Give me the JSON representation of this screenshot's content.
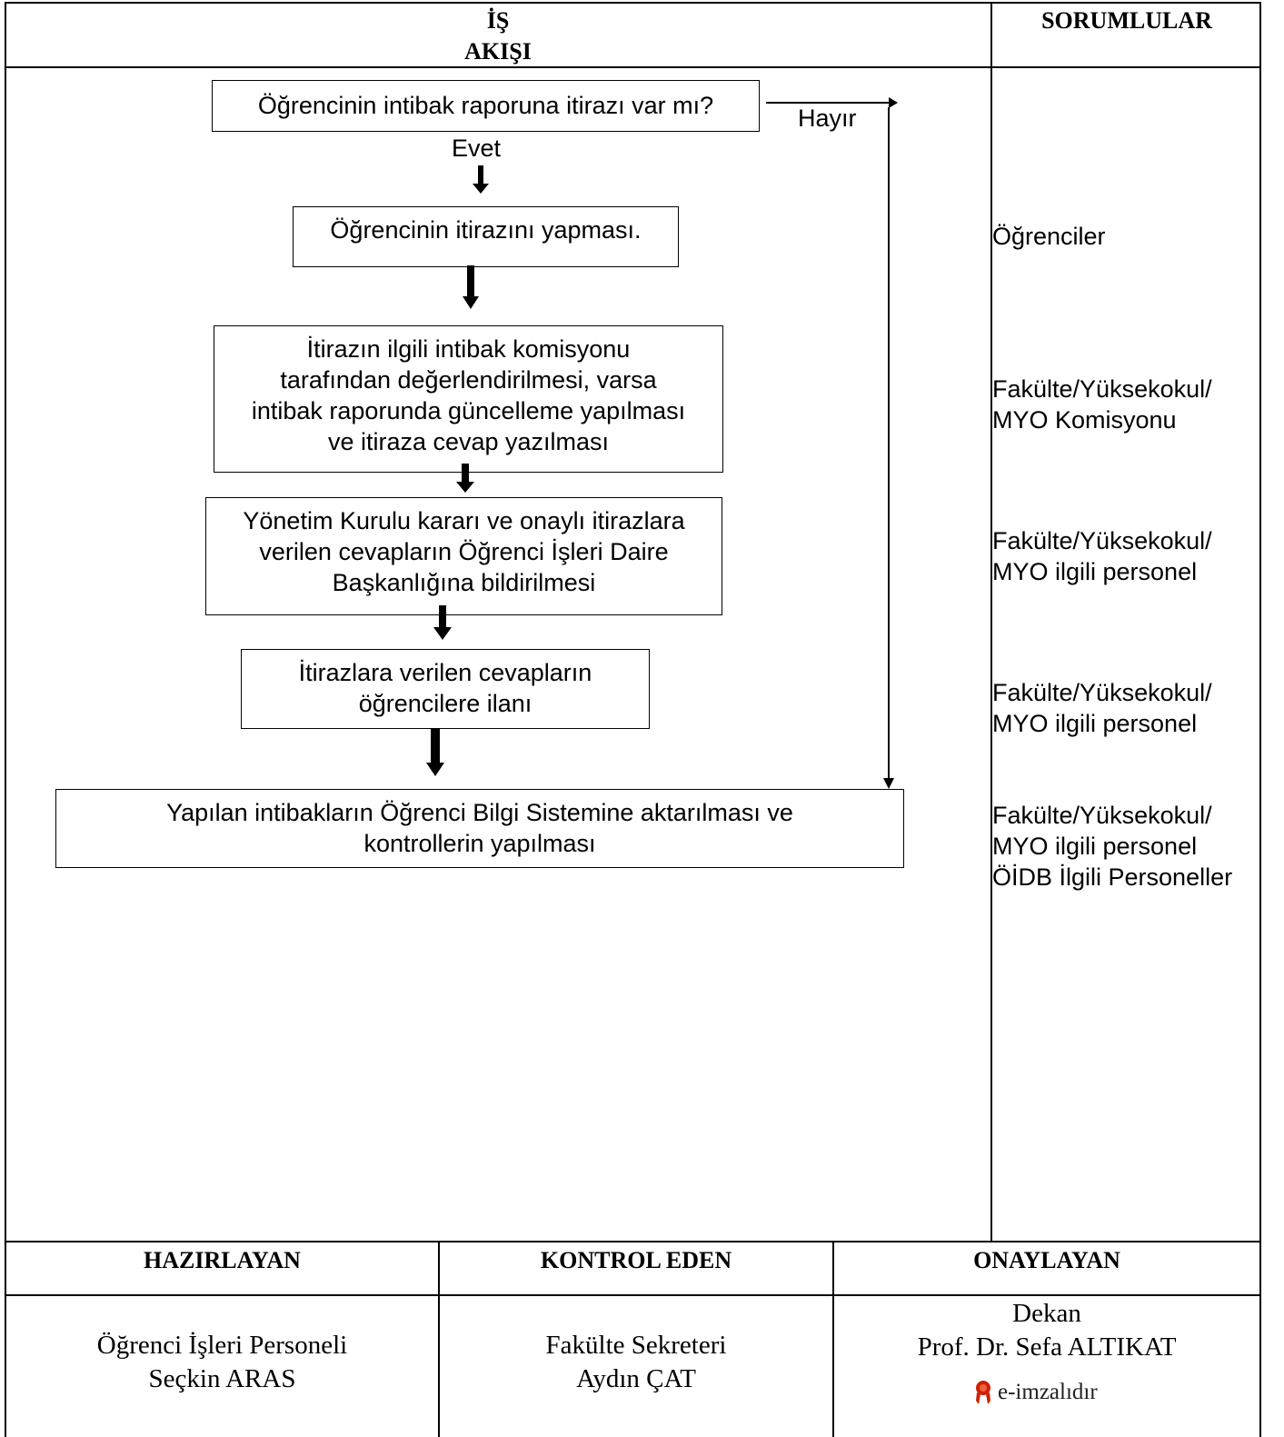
{
  "header": {
    "flow_title": "İŞ\nAKIŞI",
    "responsible_title": "SORUMLULAR"
  },
  "flow": {
    "decision": "Öğrencinin intibak raporuna itirazı var mı?",
    "no_label": "Hayır",
    "yes_label": "Evet",
    "steps": [
      "Öğrencinin itirazını yapması.",
      "İtirazın ilgili intibak komisyonu\ntarafından değerlendirilmesi, varsa\nintibak raporunda güncelleme yapılması\nve itiraza cevap yazılması",
      "Yönetim Kurulu kararı ve onaylı itirazlara\nverilen cevapların Öğrenci İşleri Daire\nBaşkanlığına bildirilmesi",
      "İtirazlara verilen cevapların\nöğrencilere ilanı",
      "Yapılan intibakların Öğrenci Bilgi Sistemine aktarılması ve\nkontrollerin yapılması"
    ]
  },
  "responsibles": [
    "Öğrenciler",
    "Fakülte/Yüksekokul/\nMYO Komisyonu",
    "Fakülte/Yüksekokul/\nMYO ilgili personel",
    "Fakülte/Yüksekokul/\nMYO ilgili personel",
    "Fakülte/Yüksekokul/\nMYO ilgili personel\nÖİDB İlgili Personeller"
  ],
  "footer": {
    "prepared_title": "HAZIRLAYAN",
    "checked_title": "KONTROL EDEN",
    "approved_title": "ONAYLAYAN",
    "prepared_by": "Öğrenci İşleri Personeli\nSeçkin ARAS",
    "checked_by": "Fakülte Sekreteri\nAydın ÇAT",
    "approved_by": "Dekan\nProf. Dr. Sefa ALTIKAT",
    "esign_label": "e-imzalıdır",
    "esign_icon": "ribbon-badge-icon",
    "esign_color": "#cc2200"
  }
}
